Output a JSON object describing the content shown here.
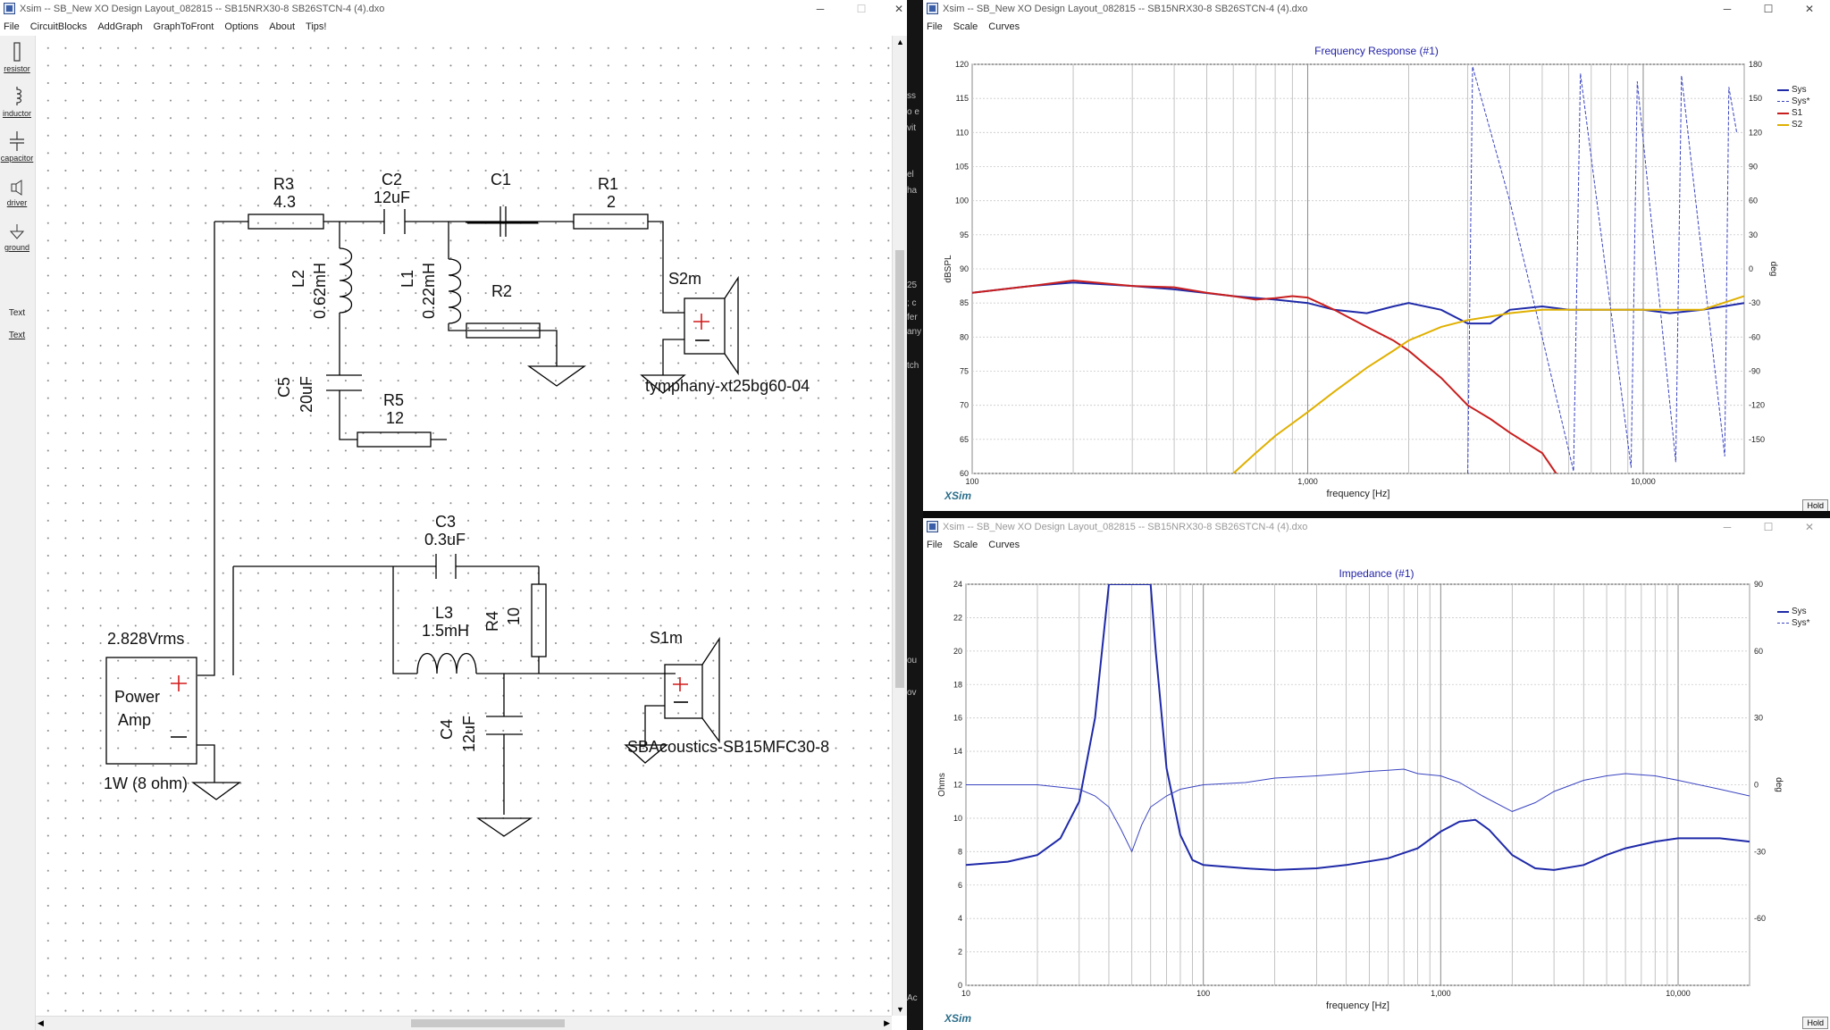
{
  "schematic_window": {
    "title": "Xsim -- SB_New XO Design Layout_082815 -- SB15NRX30-8 SB26STCN-4 (4).dxo",
    "menu": [
      "File",
      "CircuitBlocks",
      "AddGraph",
      "GraphToFront",
      "Options",
      "About",
      "Tips!"
    ],
    "tools": [
      {
        "label": "resistor",
        "icon": "resistor-icon"
      },
      {
        "label": "inductor",
        "icon": "inductor-icon"
      },
      {
        "label": "capacitor",
        "icon": "capacitor-icon"
      },
      {
        "label": "driver",
        "icon": "driver-icon"
      },
      {
        "label": "ground",
        "icon": "ground-icon"
      },
      {
        "label": "Text",
        "icon": ""
      },
      {
        "label": "Text",
        "icon": ""
      }
    ],
    "components": {
      "R3": {
        "name": "R3",
        "value": "4.3"
      },
      "C2": {
        "name": "C2",
        "value": "12uF"
      },
      "C1": {
        "name": "C1",
        "value": ""
      },
      "R1": {
        "name": "R1",
        "value": "2"
      },
      "L2": {
        "name": "L2",
        "value": "0.62mH"
      },
      "L1": {
        "name": "L1",
        "value": "0.22mH"
      },
      "R2": {
        "name": "R2",
        "value": ""
      },
      "S2m": {
        "name": "S2m",
        "model": "tymphany-xt25bg60-04"
      },
      "C5": {
        "name": "C5",
        "value": "20uF"
      },
      "R5": {
        "name": "R5",
        "value": "12"
      },
      "C3": {
        "name": "C3",
        "value": "0.3uF"
      },
      "L3": {
        "name": "L3",
        "value": "1.5mH"
      },
      "R4": {
        "name": "R4",
        "value": "10"
      },
      "S1m": {
        "name": "S1m",
        "model": "SBAcoustics-SB15MFC30-8"
      },
      "C4": {
        "name": "C4",
        "value": "12uF"
      },
      "amp": {
        "voltage": "2.828Vrms",
        "line1": "Power",
        "line2": "Amp",
        "power": "1W (8 ohm)"
      }
    }
  },
  "background_strip": [
    "ss",
    "o e",
    "vit",
    "el",
    "ha",
    "25",
    "; c",
    "fer",
    "any",
    "tch",
    "ou",
    "ov",
    "Ac"
  ],
  "freq_window": {
    "title": "Xsim -- SB_New XO Design Layout_082815 -- SB15NRX30-8 SB26STCN-4 (4).dxo",
    "menu": [
      "File",
      "Scale",
      "Curves"
    ],
    "hold": "Hold",
    "logo": "XSim",
    "colors": {
      "Sys": "#1f2aa8",
      "Sys*": "#3a44c0",
      "S1": "#c81e1e",
      "S2": "#e0b000"
    }
  },
  "imp_window": {
    "title": "Xsim -- SB_New XO Design Layout_082815 -- SB15NRX30-8 SB26STCN-4 (4).dxo",
    "menu": [
      "File",
      "Scale",
      "Curves"
    ],
    "hold": "Hold",
    "logo": "XSim",
    "colors": {
      "Sys": "#1f2aa8",
      "Sys*": "#3a44c0"
    }
  },
  "chart_data": [
    {
      "type": "line",
      "title": "Frequency Response (#1)",
      "xlabel": "frequency [Hz]",
      "ylabel": "dBSPL",
      "y2label": "deg",
      "xscale": "log",
      "xlim": [
        100,
        20000
      ],
      "ylim": [
        60,
        120
      ],
      "y2lim": [
        -180,
        180
      ],
      "x_tick_labels": [
        "100",
        "1,000",
        "10,000"
      ],
      "y_ticks": [
        60,
        65,
        70,
        75,
        80,
        85,
        90,
        95,
        100,
        105,
        110,
        115,
        120
      ],
      "y2_ticks": [
        -150,
        -120,
        -90,
        -60,
        -30,
        0,
        30,
        60,
        90,
        120,
        150,
        180
      ],
      "grid": true,
      "legend_position": "top-right",
      "series": [
        {
          "name": "Sys",
          "axis": "left",
          "style": "solid",
          "x": [
            100,
            150,
            200,
            300,
            400,
            600,
            800,
            1000,
            1200,
            1500,
            1800,
            2000,
            2500,
            3000,
            3500,
            4000,
            5000,
            6000,
            7000,
            8000,
            10000,
            12000,
            15000,
            20000
          ],
          "y": [
            86.5,
            87.5,
            88,
            87.5,
            87,
            86,
            85.5,
            85,
            84,
            83.5,
            84.5,
            85,
            84,
            82,
            82,
            84,
            84.5,
            84,
            84,
            84,
            84,
            83.5,
            84,
            85
          ]
        },
        {
          "name": "Sys*",
          "axis": "right",
          "style": "dashed",
          "x": [
            3000,
            3100,
            4000,
            5000,
            6200,
            6500,
            9200,
            9600,
            12500,
            13000,
            17500,
            18000,
            19000
          ],
          "y": [
            -180,
            178,
            60,
            -60,
            -178,
            172,
            -175,
            165,
            -170,
            170,
            -165,
            160,
            120
          ]
        },
        {
          "name": "S1",
          "axis": "left",
          "style": "solid",
          "x": [
            100,
            150,
            200,
            300,
            400,
            500,
            600,
            700,
            800,
            900,
            1000,
            1200,
            1500,
            1800,
            2000,
            2500,
            3000,
            3500,
            4000,
            5000,
            5500
          ],
          "y": [
            86.5,
            87.5,
            88.3,
            87.5,
            87.3,
            86.5,
            86,
            85.5,
            85.7,
            86,
            85.8,
            84,
            81.5,
            79.5,
            78,
            74,
            70,
            68,
            66,
            63,
            60
          ]
        },
        {
          "name": "S2",
          "axis": "left",
          "style": "solid",
          "x": [
            600,
            700,
            800,
            1000,
            1200,
            1500,
            1800,
            2000,
            2500,
            3000,
            3500,
            4000,
            5000,
            7000,
            10000,
            15000,
            20000
          ],
          "y": [
            60,
            63,
            65.5,
            69,
            72,
            75.5,
            78,
            79.5,
            81.5,
            82.5,
            83,
            83.5,
            84,
            84,
            84,
            84,
            86
          ]
        }
      ]
    },
    {
      "type": "line",
      "title": "Impedance (#1)",
      "xlabel": "frequency [Hz]",
      "ylabel": "Ohms",
      "y2label": "deg",
      "xscale": "log",
      "xlim": [
        10,
        20000
      ],
      "ylim": [
        0,
        24
      ],
      "y2lim": [
        -90,
        90
      ],
      "x_tick_labels": [
        "10",
        "100",
        "1,000",
        "10,000"
      ],
      "y_ticks": [
        0,
        2,
        4,
        6,
        8,
        10,
        12,
        14,
        16,
        18,
        20,
        22,
        24
      ],
      "y2_ticks": [
        -60,
        -30,
        0,
        30,
        60,
        90
      ],
      "grid": true,
      "legend_position": "top-right",
      "series": [
        {
          "name": "Sys",
          "axis": "left",
          "style": "solid",
          "x": [
            10,
            15,
            20,
            25,
            30,
            35,
            40,
            43,
            50,
            60,
            63,
            70,
            80,
            90,
            100,
            150,
            200,
            300,
            400,
            600,
            800,
            1000,
            1200,
            1400,
            1600,
            2000,
            2500,
            3000,
            4000,
            5000,
            6000,
            8000,
            10000,
            15000,
            20000
          ],
          "y": [
            7.2,
            7.4,
            7.8,
            8.8,
            11,
            16,
            24,
            24,
            24,
            24,
            20,
            13,
            9,
            7.5,
            7.2,
            7,
            6.9,
            7,
            7.2,
            7.6,
            8.2,
            9.2,
            9.8,
            9.9,
            9.3,
            7.8,
            7,
            6.9,
            7.2,
            7.8,
            8.2,
            8.6,
            8.8,
            8.8,
            8.6
          ]
        },
        {
          "name": "Sys*",
          "axis": "right",
          "style": "solid",
          "x": [
            10,
            20,
            30,
            35,
            40,
            45,
            50,
            55,
            60,
            70,
            80,
            100,
            150,
            200,
            300,
            400,
            500,
            600,
            700,
            800,
            1000,
            1200,
            1500,
            2000,
            2500,
            3000,
            4000,
            5000,
            6000,
            8000,
            10000,
            15000,
            20000
          ],
          "y": [
            0,
            0,
            -2,
            -5,
            -10,
            -20,
            -30,
            -18,
            -10,
            -5,
            -2,
            0,
            1,
            3,
            4,
            5,
            6,
            6.5,
            7,
            5,
            4,
            1,
            -5,
            -12,
            -8,
            -3,
            2,
            4,
            5,
            4,
            2,
            -2,
            -5
          ]
        }
      ]
    }
  ]
}
